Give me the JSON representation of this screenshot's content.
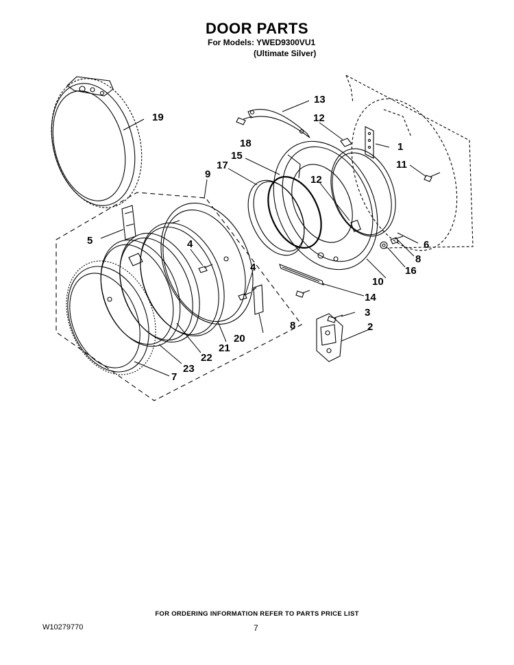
{
  "header": {
    "title": "DOOR PARTS",
    "models_line": "For Models: YWED9300VU1",
    "color_line": "(Ultimate Silver)"
  },
  "callouts": [
    "19",
    "13",
    "12",
    "18",
    "1",
    "11",
    "15",
    "17",
    "9",
    "12",
    "5",
    "4",
    "6",
    "8",
    "16",
    "4",
    "10",
    "14",
    "3",
    "8",
    "2",
    "20",
    "21",
    "22",
    "23",
    "7"
  ],
  "footer": {
    "ordering_note": "FOR ORDERING INFORMATION REFER TO PARTS PRICE LIST",
    "document_number": "W10279770",
    "page_number": "7"
  }
}
